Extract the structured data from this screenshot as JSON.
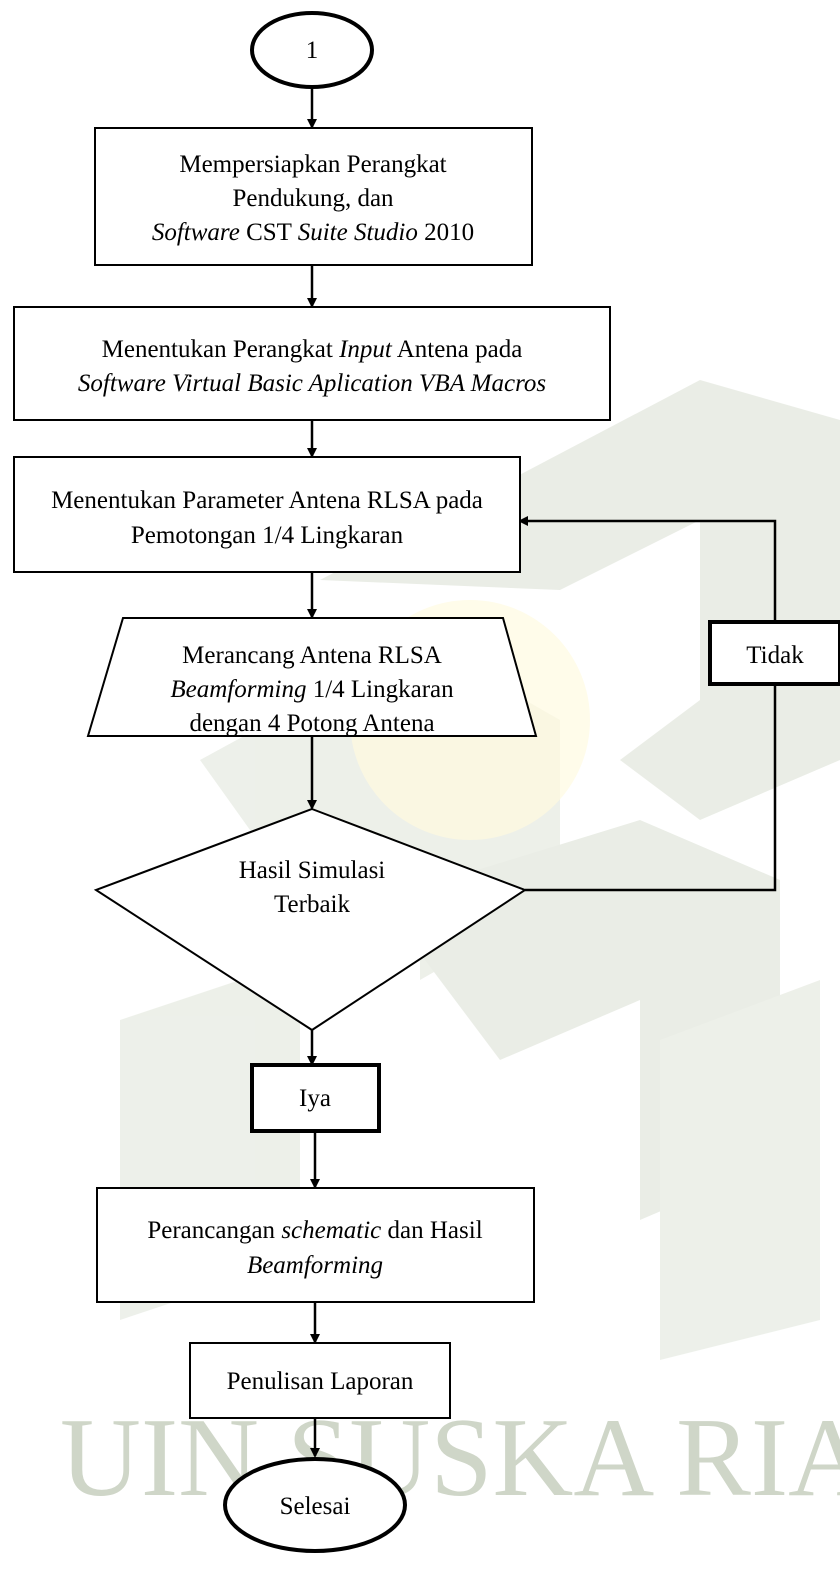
{
  "start": {
    "label": "1"
  },
  "step1": {
    "line1": "Mempersiapkan Perangkat",
    "line2": "Pendukung, dan",
    "line3_italic_a": "Software",
    "line3_normal_b": " CST ",
    "line3_italic_c": "Suite Studio",
    "line3_normal_d": " 2010"
  },
  "step2": {
    "line1_a": "Menentukan Perangkat ",
    "line1_italic": "Input",
    "line1_b": " Antena pada",
    "line2_italic": "Software Virtual Basic Aplication VBA Macros"
  },
  "step3": {
    "line1": "Menentukan Parameter Antena RLSA pada",
    "line2": "Pemotongan 1/4 Lingkaran"
  },
  "step4": {
    "line1": "Merancang Antena RLSA",
    "line2_italic": "Beamforming",
    "line2_normal": " 1/4 Lingkaran",
    "line3": "dengan 4 Potong Antena"
  },
  "decision": {
    "line1": "Hasil Simulasi",
    "line2": "Terbaik"
  },
  "no_label": "Tidak",
  "yes_label": "Iya",
  "step5": {
    "line1_a": "Perancangan ",
    "line1_italic": "schematic",
    "line1_b": " dan Hasil",
    "line2_italic": "Beamforming"
  },
  "step6": {
    "label": "Penulisan Laporan"
  },
  "end": {
    "label": "Selesai"
  },
  "watermark": {
    "text": "UIN SUSKA RIAU"
  },
  "colors": {
    "stroke": "#000000",
    "watermark": "#cfd6c8",
    "watermark_accent": "#fff1a8"
  }
}
